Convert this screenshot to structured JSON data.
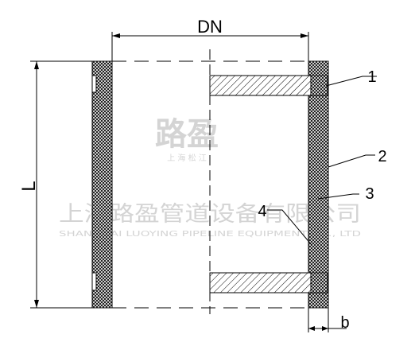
{
  "dimensions": {
    "nominal_diameter": "DN",
    "length": "L",
    "wall_thickness": "b"
  },
  "part_callouts": [
    "1",
    "2",
    "3",
    "4"
  ],
  "watermark": {
    "logo_text": "路盈",
    "logo_subtext": "上 海 松 江",
    "company_cn": "上海路盈管道设备有限公司",
    "company_en": "SHANGHAI LUOYING PIPELINE EQUIPMENT CO., LTD"
  },
  "colors": {
    "line": "#000000",
    "watermark": "#d4d4d4"
  }
}
